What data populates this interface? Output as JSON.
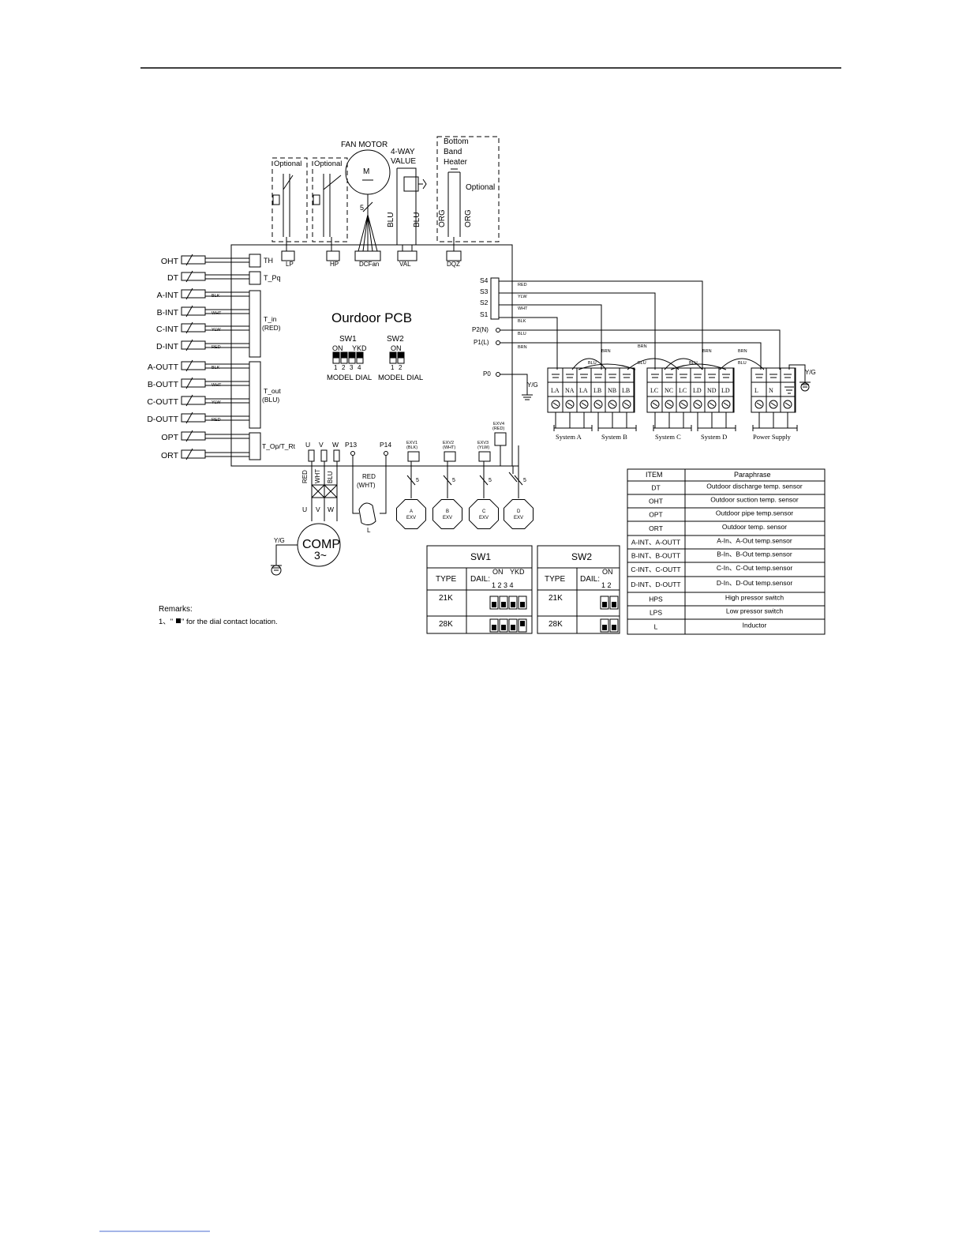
{
  "board": {
    "title": "Ourdoor PCB",
    "sw1_label": "SW1",
    "sw2_label": "SW2",
    "on_label": "ON",
    "ykd_label": "YKD",
    "model_dial": "MODEL DIAL",
    "sw1_nums": [
      "1",
      "2",
      "3",
      "4"
    ],
    "sw2_nums": [
      "1",
      "2"
    ]
  },
  "top_components": {
    "fan_motor": "FAN MOTOR",
    "motor_symbol": "M",
    "fan_wire_count": "5",
    "four_way_line1": "4-WAY",
    "four_way_line2": "VALUE",
    "optional_lp": "Optional",
    "optional_hp": "Optional",
    "bottom_line1": "Bottom",
    "bottom_line2": "Band",
    "bottom_line3": "Heater",
    "optional_heater": "Optional",
    "blu_left": "BLU",
    "blu_right": "BLU",
    "org_left": "ORG",
    "org_right": "ORG",
    "conn_lp": "LP",
    "conn_hp": "HP",
    "conn_dcfan": "DCFan",
    "conn_val": "VAL",
    "conn_dqz": "DQZ"
  },
  "sensors": [
    {
      "label": "OHT",
      "wire": ""
    },
    {
      "label": "DT",
      "wire": ""
    },
    {
      "label": "A-INT",
      "wire": "BLK"
    },
    {
      "label": "B-INT",
      "wire": "WHT"
    },
    {
      "label": "C-INT",
      "wire": "YLW"
    },
    {
      "label": "D-INT",
      "wire": "RED"
    },
    {
      "label": "A-OUTT",
      "wire": "BLK"
    },
    {
      "label": "B-OUTT",
      "wire": "WHT"
    },
    {
      "label": "C-OUTT",
      "wire": "YLW"
    },
    {
      "label": "D-OUTT",
      "wire": "RED"
    },
    {
      "label": "OPT",
      "wire": ""
    },
    {
      "label": "ORT",
      "wire": ""
    }
  ],
  "sensor_connectors": {
    "th": "TH",
    "tpq": "T_Pq",
    "tin_line1": "T_in",
    "tin_line2": "(RED)",
    "tout_line1": "T_out",
    "tout_line2": "(BLU)",
    "topt": "T_Op/T_Rt"
  },
  "right_terminals": {
    "s4": "S4",
    "s3": "S3",
    "s2": "S2",
    "s1": "S1",
    "p2": "P2(N)",
    "p1": "P1(L)",
    "p0": "P0",
    "w_red": "RED",
    "w_ylw": "YLW",
    "w_wht": "WHT",
    "w_blk": "BLK",
    "w_blu": "BLU",
    "w_brn": "BRN",
    "yg_p0": "Y/G",
    "yg_power": "Y/G",
    "brn_a": "BRN",
    "blu_a": "BLU",
    "brn_b": "BRN",
    "blu_b": "BLU",
    "brn_c": "BRN",
    "blu_c": "BLU",
    "brn_d": "BRN",
    "blu_d": "BLU"
  },
  "terminal_blocks": {
    "block1_labels": [
      "LA",
      "NA",
      "LA",
      "LB",
      "NB",
      "LB"
    ],
    "block2_labels": [
      "LC",
      "NC",
      "LC",
      "LD",
      "ND",
      "LD"
    ],
    "block3_labels": [
      "L",
      "N"
    ],
    "systems": [
      "System A",
      "System B",
      "System C",
      "System D",
      "Power Supply"
    ]
  },
  "bottom": {
    "u": "U",
    "v": "V",
    "w": "W",
    "p13": "P13",
    "p14": "P14",
    "red": "RED",
    "wht": "WHT",
    "blu": "BLU",
    "red_wht_line1": "RED",
    "red_wht_line2": "(WHT)",
    "inductor": "L",
    "u2": "U",
    "v2": "V",
    "w2": "W",
    "comp_line1": "COMP",
    "comp_line2": "3~",
    "yg": "Y/G",
    "exv1_line1": "EXV1",
    "exv1_line2": "(BLK)",
    "exv2_line1": "EXV2",
    "exv2_line2": "(WHT)",
    "exv3_line1": "EXV3",
    "exv3_line2": "(YLW)",
    "exv4_line1": "EXV4",
    "exv4_line2": "(RED)",
    "valves": [
      {
        "letter": "A",
        "name": "EXV"
      },
      {
        "letter": "B",
        "name": "EXV"
      },
      {
        "letter": "C",
        "name": "EXV"
      },
      {
        "letter": "D",
        "name": "EXV"
      }
    ],
    "valve_wire_count": "5"
  },
  "remarks": {
    "title": "Remarks:",
    "line1_prefix": "1、\"",
    "line1_suffix": "\" for the dial contact location."
  },
  "sw1_table": {
    "title": "SW1",
    "col_type": "TYPE",
    "col_dail": "DAIL:",
    "on": "ON",
    "ykd": "YKD",
    "nums": "1 2 3 4",
    "rows": [
      {
        "type": "21K",
        "pattern": [
          1,
          1,
          1,
          1
        ]
      },
      {
        "type": "28K",
        "pattern": [
          1,
          1,
          1,
          0
        ]
      }
    ]
  },
  "sw2_table": {
    "title": "SW2",
    "col_type": "TYPE",
    "col_dail": "DAIL:",
    "on": "ON",
    "nums": "1 2",
    "rows": [
      {
        "type": "21K",
        "pattern": [
          1,
          1
        ]
      },
      {
        "type": "28K",
        "pattern": [
          1,
          1
        ]
      }
    ]
  },
  "item_table": {
    "head_item": "ITEM",
    "head_para": "Paraphrase",
    "rows": [
      {
        "item": "DT",
        "para": "Outdoor discharge temp. sensor"
      },
      {
        "item": "OHT",
        "para": "Outdoor suction temp. sensor"
      },
      {
        "item": "OPT",
        "para": "Outdoor pipe temp.sensor"
      },
      {
        "item": "ORT",
        "para": "Outdoor temp. sensor"
      },
      {
        "item": "A-INT、A-OUTT",
        "para": "A-In、A-Out temp.sensor"
      },
      {
        "item": "B-INT、B-OUTT",
        "para": "B-In、B-Out temp.sensor"
      },
      {
        "item": "C-INT、C-OUTT",
        "para": "C-In、C-Out temp.sensor"
      },
      {
        "item": "D-INT、D-OUTT",
        "para": "D-In、D-Out temp.sensor"
      },
      {
        "item": "HPS",
        "para": "High pressor switch"
      },
      {
        "item": "LPS",
        "para": "Low pressor switch"
      },
      {
        "item": "L",
        "para": "Inductor"
      }
    ]
  }
}
